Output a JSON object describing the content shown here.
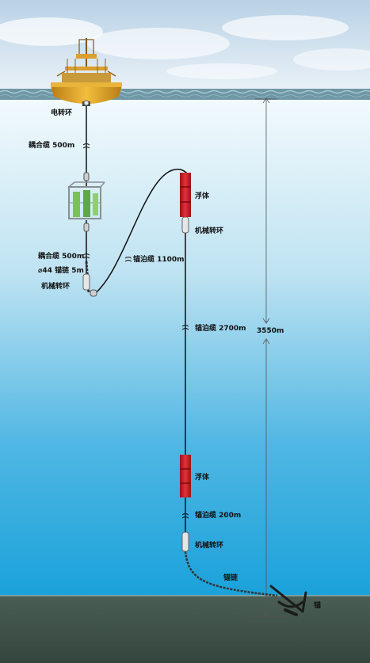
{
  "colors": {
    "sky_top": "#cfe0ee",
    "water_surface": "#6f97a6",
    "water_top": "#eaf6fb",
    "water_bottom": "#1a9fd6",
    "seabed": "#3d5148",
    "buoy": "#e2a52a",
    "float": "#c9202a",
    "line": "#111111"
  },
  "labels": {
    "electric_swivel": "电转环",
    "coupling_cable_1": "耦合缆 500m",
    "coupling_cable_2": "耦合缆 500m",
    "anchor_chain_44": "⌀44 锚链 5m",
    "mech_swivel_1": "机械转环",
    "mooring_1100": "锚泊缆 1100m",
    "float_1": "浮体",
    "mech_swivel_2": "机械转环",
    "mooring_2700": "锚泊缆 2700m",
    "depth": "3550m",
    "float_2": "浮体",
    "mooring_200": "锚泊缆 200m",
    "mech_swivel_3": "机械转环",
    "anchor_chain": "锚链",
    "anchor": "锚"
  }
}
